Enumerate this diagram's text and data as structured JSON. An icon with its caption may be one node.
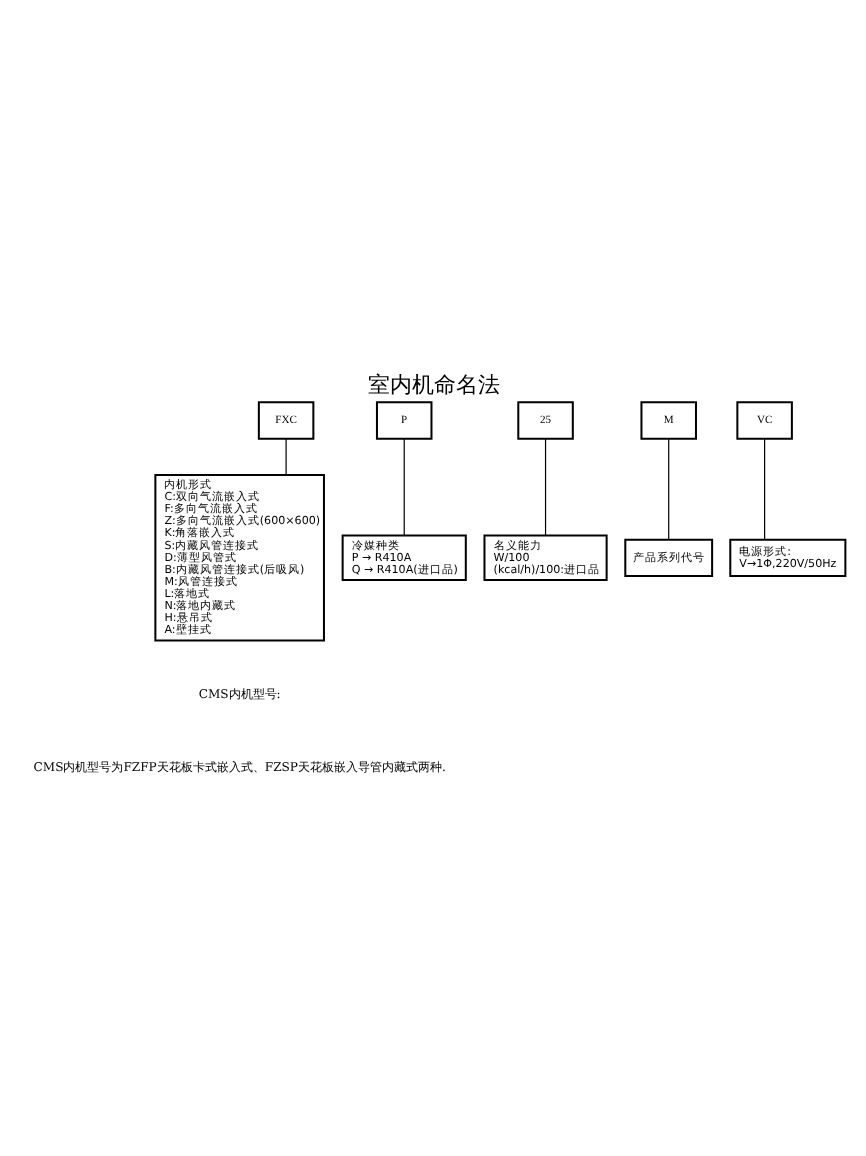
{
  "diagram": {
    "title": "室内机命名法",
    "nodes": [
      {
        "text": [
          "FXC"
        ]
      },
      {
        "text": [
          "P"
        ]
      },
      {
        "text": [
          "25"
        ]
      },
      {
        "text": [
          "M"
        ]
      },
      {
        "text": [
          "VC"
        ]
      },
      {
        "text": [
          "冷媒种类",
          "P → R410A",
          "Q → R410A(进口品)"
        ]
      },
      {
        "text": [
          "名义能力",
          "W/100",
          "(kcal/h)/100:进口品"
        ]
      },
      {
        "text": [
          "产品系列代号"
        ]
      },
      {
        "text": [
          "电源形式:",
          "V→1Φ,220V/50Hz"
        ]
      },
      {
        "text": [
          "内机形式",
          "C:双向气流嵌入式",
          "F:多向气流嵌入式",
          "Z:多向气流嵌入式(600×600)",
          "K:角落嵌入式",
          "S:内藏风管连接式",
          "D:薄型风管式",
          "B:内藏风管连接式(后吸风)",
          "M:风管连接式",
          "L:落地式",
          "N:落地内藏式",
          "H:悬吊式",
          "A:壁挂式"
        ]
      }
    ],
    "edges": [
      {
        "from": 0,
        "to": 9,
        "arrow": "none"
      },
      {
        "from": 1,
        "to": 5,
        "arrow": "none"
      },
      {
        "from": 2,
        "to": 6,
        "arrow": "none"
      },
      {
        "from": 3,
        "to": 7,
        "arrow": "none"
      },
      {
        "from": 4,
        "to": 8,
        "arrow": "none"
      }
    ],
    "labels": [
      "CMS内机型号:",
      "CMS内机型号为FZFP天花板卡式嵌入式、FZSP天花板嵌入导管内藏式两种."
    ]
  }
}
